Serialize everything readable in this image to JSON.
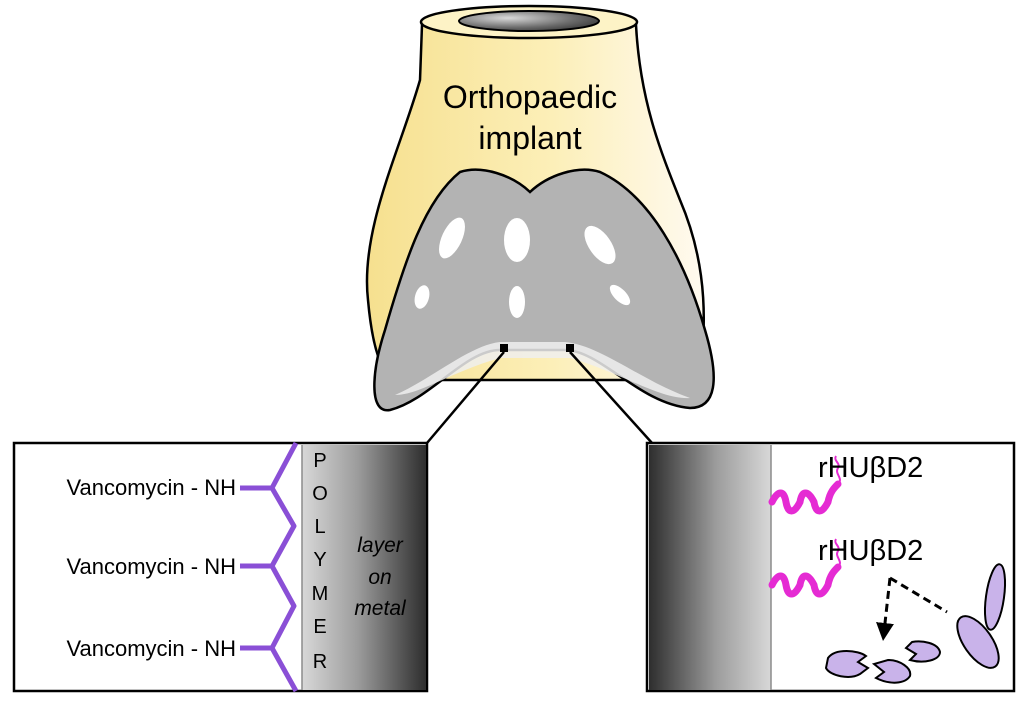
{
  "implant": {
    "title_line1": "Orthopaedic",
    "title_line2": "implant"
  },
  "left_panel": {
    "molecules": [
      "Vancomycin - NH",
      "Vancomycin - NH",
      "Vancomycin - NH"
    ],
    "polymer_letters": [
      "P",
      "O",
      "L",
      "Y",
      "M",
      "E",
      "R"
    ],
    "metal_lines": [
      "layer",
      "on",
      "metal"
    ]
  },
  "right_panel": {
    "peptide_labels": [
      "rHUβD2",
      "rHUβD2"
    ]
  },
  "colors": {
    "implant_fill": "#fbeeb3",
    "head_fill": "#b3b3b3",
    "linker": "#8a4fd6",
    "peptide": "#e52bd3",
    "bacteria": "#c9b3ea"
  }
}
